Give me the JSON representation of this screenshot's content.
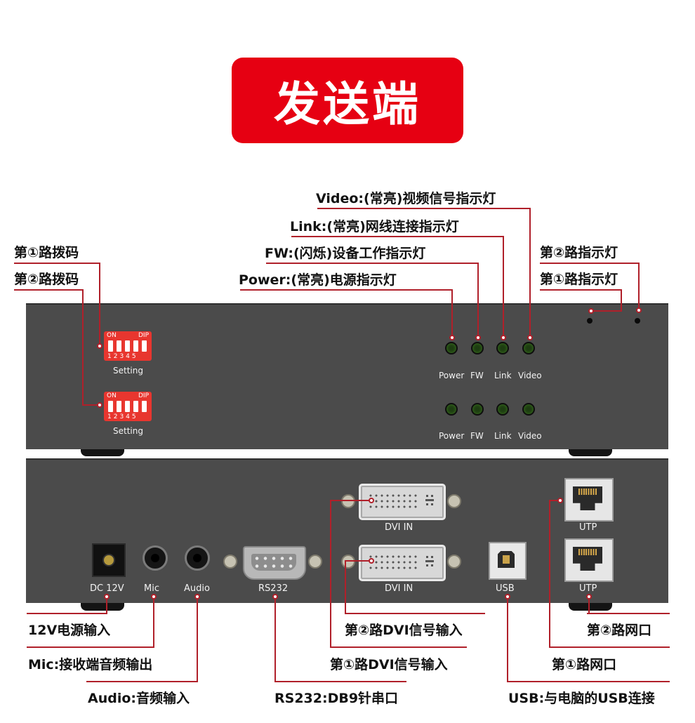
{
  "title": "发送端",
  "front_panel": {
    "dip_top_label": "ON",
    "dip_top_label2": "DIP",
    "dip_numbers": "12345",
    "setting_label": "Setting",
    "led_labels": [
      "Power",
      "FW",
      "Link",
      "Video"
    ]
  },
  "back_panel": {
    "port_labels": {
      "dc": "DC 12V",
      "mic": "Mic",
      "audio": "Audio",
      "rs232": "RS232",
      "dvi": "DVI IN",
      "usb": "USB",
      "utp": "UTP"
    }
  },
  "callouts": {
    "video_led": "Video:(常亮)视频信号指示灯",
    "link_led": "Link:(常亮)网线连接指示灯",
    "fw_led": "FW:(闪烁)设备工作指示灯",
    "power_led": "Power:(常亮)电源指示灯",
    "dip1": "第①路拨码",
    "dip2": "第②路拨码",
    "ch2_indicator": "第②路指示灯",
    "ch1_indicator": "第①路指示灯",
    "power_in": "12V电源输入",
    "mic_out": "Mic:接收端音频输出",
    "audio_in": "Audio:音频输入",
    "rs232": "RS232:DB9针串口",
    "dvi2": "第②路DVI信号输入",
    "dvi1": "第①路DVI信号输入",
    "usb": "USB:与电脑的USB连接",
    "lan2": "第②路网口",
    "lan1": "第①路网口"
  },
  "colors": {
    "accent_red": "#e60012",
    "panel_gray": "#4b4b4b",
    "line_red": "#b0202a"
  }
}
